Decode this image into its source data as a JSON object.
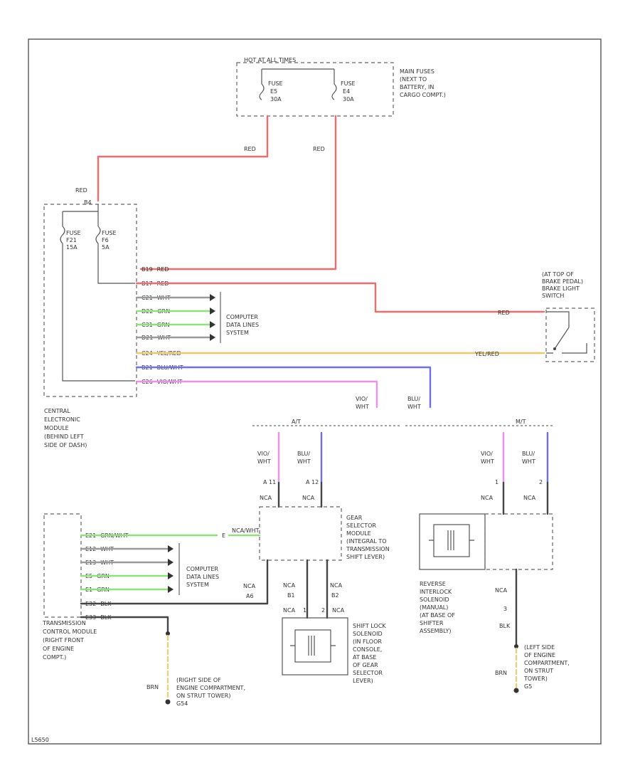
{
  "colors": {
    "red": "#f06b6b",
    "green": "#8fe07a",
    "yellow": "#f5c46a",
    "blue": "#6e6ef0",
    "violet": "#f08ef0",
    "black": "#444444",
    "brown_yellow": "#e8d080",
    "grey": "#9a9a9a"
  },
  "labels": {
    "hot_at_all_times": "HOT AT ALL TIMES",
    "main_fuses": [
      "MAIN FUSES",
      "(NEXT TO",
      "BATTERY, IN",
      "CARGO COMPT.)"
    ],
    "fuse_e5": [
      "FUSE",
      "E5",
      "30A"
    ],
    "fuse_e4": [
      "FUSE",
      "E4",
      "30A"
    ],
    "red": "RED",
    "b4": "B4",
    "fuse_f21": [
      "FUSE",
      "F21",
      "15A"
    ],
    "fuse_f6": [
      "FUSE",
      "F6",
      "5A"
    ],
    "cem_pins": [
      {
        "pin": "B19",
        "color": "RED"
      },
      {
        "pin": "B17",
        "color": "RED"
      },
      {
        "pin": "C21",
        "color": "WHT"
      },
      {
        "pin": "D22",
        "color": "GRN"
      },
      {
        "pin": "C31",
        "color": "GRN"
      },
      {
        "pin": "D21",
        "color": "WHT"
      },
      {
        "pin": "C24",
        "color": "YEL/RED"
      },
      {
        "pin": "B21",
        "color": "BLU/WHT"
      },
      {
        "pin": "C26",
        "color": "VIO/WHT"
      }
    ],
    "computer_data_lines_system": [
      "COMPUTER",
      "DATA LINES",
      "SYSTEM"
    ],
    "brake_light_switch": [
      "(AT TOP OF",
      "BRAKE PEDAL)",
      "BRAKE LIGHT",
      "SWITCH"
    ],
    "yel_red": "YEL/RED",
    "cem": [
      "CENTRAL",
      "ELECTRONIC",
      "MODULE",
      "(BEHIND LEFT",
      "SIDE OF DASH)"
    ],
    "vio_wht": [
      "VIO/",
      "WHT"
    ],
    "blu_wht": [
      "BLU/",
      "WHT"
    ],
    "a_t": "A/T",
    "m_t": "M/T",
    "nca": "NCA",
    "pin_a11": "A 11",
    "pin_a12": "A 12",
    "pin_1": "1",
    "pin_2": "2",
    "gear_selector": [
      "GEAR",
      "SELECTOR",
      "MODULE",
      "(INTEGRAL TO",
      "TRANSMISSION",
      "SHIFT LEVER)"
    ],
    "tcm_pins": [
      {
        "pin": "E21",
        "color": "GRN/WHT"
      },
      {
        "pin": "E12",
        "color": "WHT"
      },
      {
        "pin": "E13",
        "color": "WHT"
      },
      {
        "pin": "E5",
        "color": "GRN"
      },
      {
        "pin": "E1",
        "color": "GRN"
      },
      {
        "pin": "E32",
        "color": "BLK"
      },
      {
        "pin": "E33",
        "color": "BLK"
      }
    ],
    "e_label": "E",
    "nca_wht": "NCA/WHT",
    "a6": "A6",
    "b1": "B1",
    "b2": "B2",
    "tcm": [
      "TRANSMISSION",
      "CONTROL MODULE",
      "(RIGHT FRONT",
      "OF ENGINE",
      "COMPT.)"
    ],
    "shift_lock": [
      "SHIFT LOCK",
      "SOLENOID",
      "(IN FLOOR",
      "CONSOLE,",
      "AT BASE",
      "OF GEAR",
      "SELECTOR",
      "LEVER)"
    ],
    "reverse_interlock": [
      "REVERSE",
      "INTERLOCK",
      "SOLENOID",
      "(MANUAL)",
      "(AT BASE OF",
      "SHIFTER",
      "ASSEMBLY)"
    ],
    "brn": "BRN",
    "blk": "BLK",
    "pin_3": "3",
    "ground_right": [
      "(RIGHT SIDE OF",
      "ENGINE COMPARTMENT,",
      "ON STRUT TOWER)",
      "G54"
    ],
    "ground_left": [
      "(LEFT SIDE",
      "OF ENGINE",
      "COMPARTMENT,",
      "ON STRUT",
      "TOWER)",
      "G5"
    ],
    "diagram_id": "L5650"
  }
}
